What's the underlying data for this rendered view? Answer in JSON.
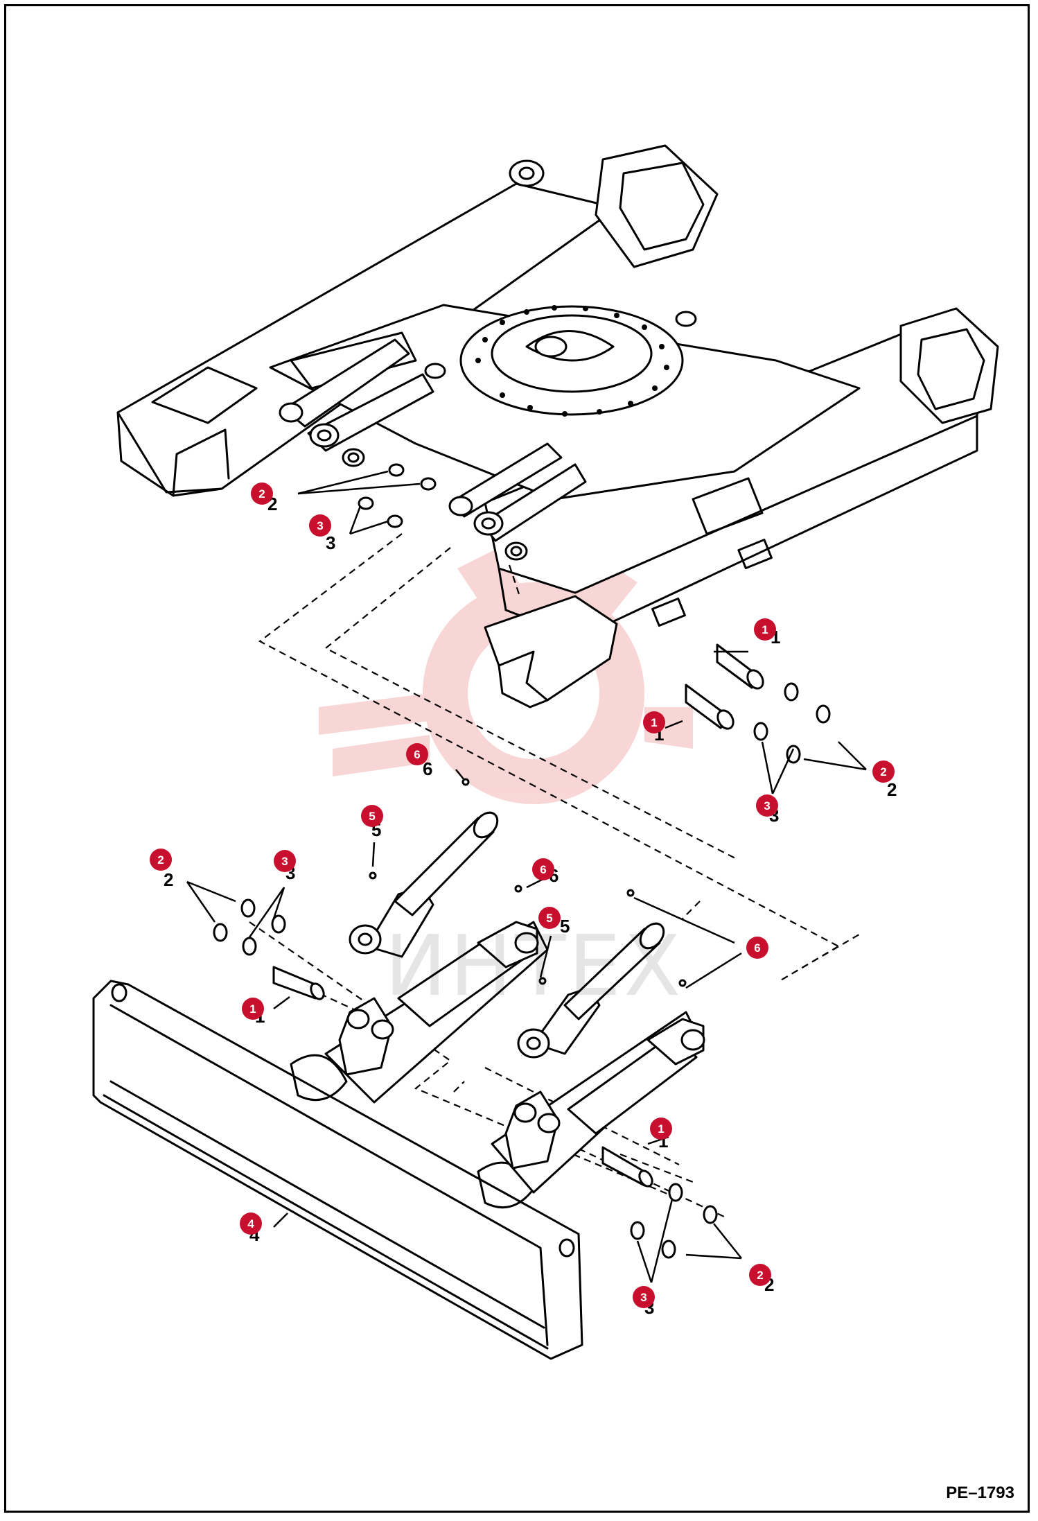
{
  "diagram": {
    "drawing_code": "PE–1793",
    "watermark_text": "ИНТЕХ",
    "callouts": [
      {
        "id": "c2a",
        "label": "2"
      },
      {
        "id": "c3a",
        "label": "3"
      },
      {
        "id": "c1a",
        "label": "1"
      },
      {
        "id": "c1b",
        "label": "1"
      },
      {
        "id": "c2b",
        "label": "2"
      },
      {
        "id": "c3b",
        "label": "3"
      },
      {
        "id": "c6a",
        "label": "6"
      },
      {
        "id": "c5a",
        "label": "5"
      },
      {
        "id": "c2c",
        "label": "2"
      },
      {
        "id": "c3c",
        "label": "3"
      },
      {
        "id": "c6b",
        "label": "6"
      },
      {
        "id": "c5b",
        "label": "5"
      },
      {
        "id": "c6c",
        "label": "6"
      },
      {
        "id": "c1c",
        "label": "1"
      },
      {
        "id": "c1d",
        "label": "1"
      },
      {
        "id": "c4a",
        "label": "4"
      },
      {
        "id": "c2d",
        "label": "2"
      },
      {
        "id": "c3d",
        "label": "3"
      }
    ]
  },
  "colors": {
    "callout_fill": "#c8102e",
    "line": "#000000",
    "watermark": "#e84a4a"
  }
}
